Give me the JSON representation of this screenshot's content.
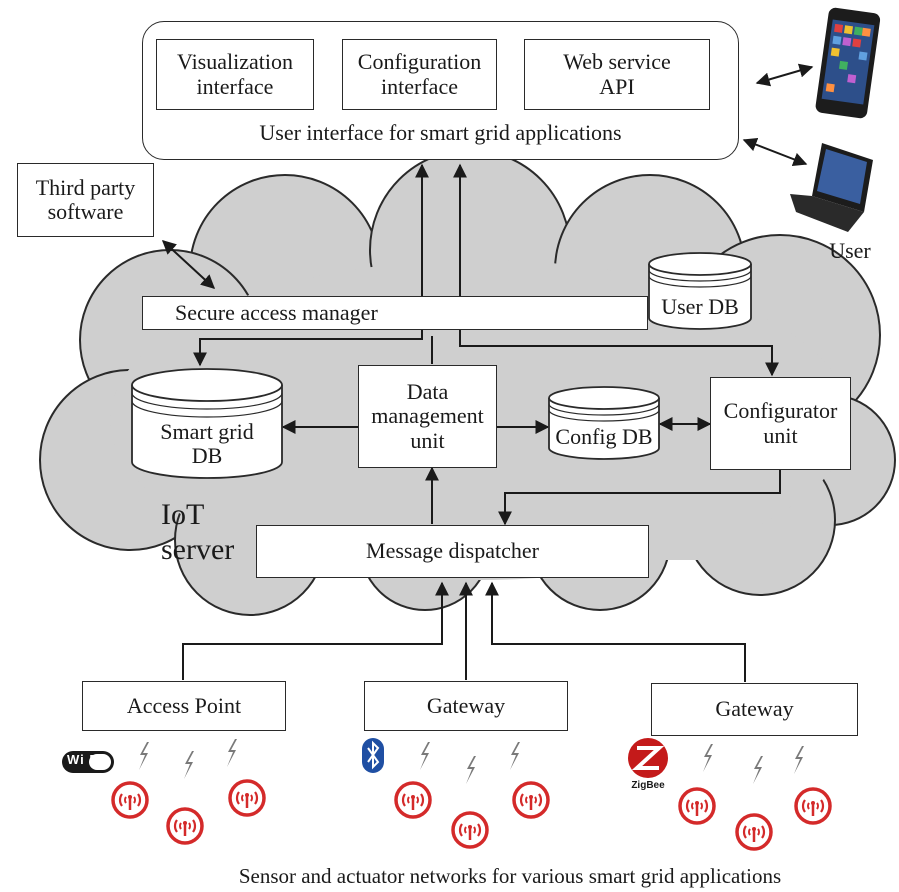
{
  "ui_layer": {
    "visualization": "Visualization\ninterface",
    "configuration": "Configuration\ninterface",
    "web_service": "Web service\nAPI",
    "caption": "User interface for smart grid applications"
  },
  "third_party": "Third party\nsoftware",
  "user_label": "User",
  "iot_server": {
    "label": "IoT\nserver",
    "secure_access_manager": "Secure access manager",
    "user_db": "User DB",
    "smart_grid_db": "Smart grid\nDB",
    "data_management_unit": "Data\nmanagement\nunit",
    "config_db": "Config DB",
    "configurator_unit": "Configurator\nunit",
    "message_dispatcher": "Message dispatcher"
  },
  "network_nodes": {
    "access_point": "Access Point",
    "gateway_bluetooth": "Gateway",
    "gateway_zigbee": "Gateway"
  },
  "logos": {
    "wifi": "Wi Fi",
    "zigbee": "ZigBee"
  },
  "footer": "Sensor and actuator networks for various smart grid applications",
  "colors": {
    "cloud_fill": "#cfcfcf",
    "sensor_red": "#d42a2a",
    "bluetooth_blue": "#1f4fa3"
  }
}
